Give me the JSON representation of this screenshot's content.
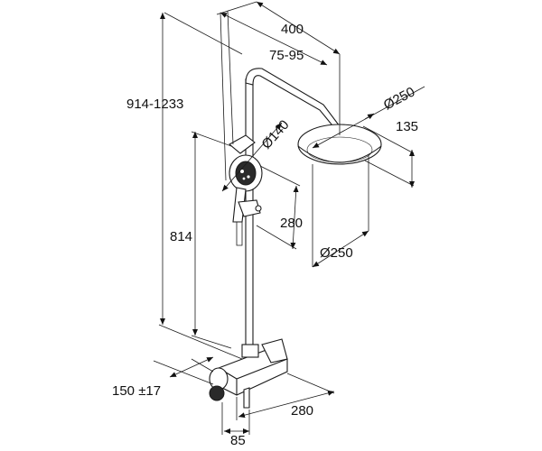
{
  "dimensions": {
    "depth_overall": "400",
    "arm_offset": "75-95",
    "head_diameter_top": "Ø250",
    "head_height": "135",
    "handshower_diameter": "Ø140",
    "total_height": "914-1233",
    "slide_bar_height": "814",
    "handshower_rail": "280",
    "head_diameter_bottom": "Ø250",
    "inlet_centres": "150 ±17",
    "mixer_width": "280",
    "wall_offset": "85"
  }
}
